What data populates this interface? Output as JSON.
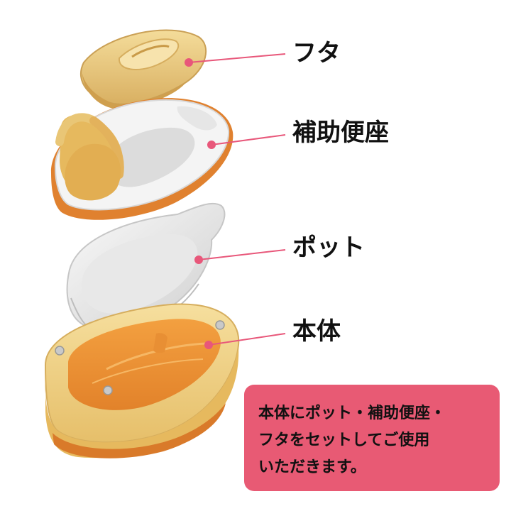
{
  "labels": {
    "lid": "フタ",
    "seat": "補助便座",
    "pot": "ポット",
    "base": "本体"
  },
  "note": {
    "lines": [
      "本体にポット・補助便座・",
      "フタをセットしてご使用",
      "いただきます。"
    ]
  },
  "colors": {
    "accent": "#e85a74",
    "leader": "#e8577a",
    "lid": "#ecc97a",
    "rim": "#d97a2a",
    "white_part": "#f2f2f2",
    "base_yellow": "#f1d38a",
    "base_inner": "#f09a3a"
  }
}
